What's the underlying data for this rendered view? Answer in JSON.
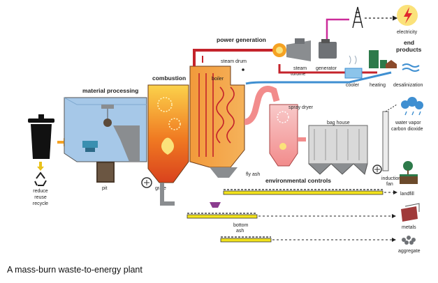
{
  "caption": "A mass-burn waste-to-energy plant",
  "headers": {
    "material_processing": "material processing",
    "combustion": "combustion",
    "power_generation": "power generation",
    "environmental_controls": "environmental controls",
    "end_products_1": "end",
    "end_products_2": "products"
  },
  "labels": {
    "steam_drum": "steam drum",
    "boiler": "boiler",
    "steam_turbine_1": "steam",
    "steam_turbine_2": "turbine",
    "generator": "generator",
    "electricity": "electricity",
    "cooler": "cooler",
    "heating": "heating",
    "desalinization": "desalinization",
    "spray_dryer": "spray dryer",
    "bag_house": "bag house",
    "water_vapor": "water vapor",
    "carbon_dioxide": "carbon dioxide",
    "induction_fan_1": "induction",
    "induction_fan_2": "fan",
    "fly_ash": "fly ash",
    "pit": "pit",
    "grate": "grate",
    "bottom_ash_1": "bottom",
    "bottom_ash_2": "ash",
    "landfill": "landfill",
    "metals": "metals",
    "aggregate": "aggregate",
    "reduce": "reduce",
    "reuse": "reuse",
    "recycle": "recycle"
  },
  "colors": {
    "hot_orange": "#f07a22",
    "hot_yellow": "#fbd24b",
    "steam_pipe": "#c4232b",
    "water_pipe": "#3f8fd1",
    "electric_line": "#cc2c9a",
    "conveyor_yellow": "#f2e21c",
    "machine_grey": "#8a8d90",
    "hopper_blue": "#a6c8e8"
  }
}
